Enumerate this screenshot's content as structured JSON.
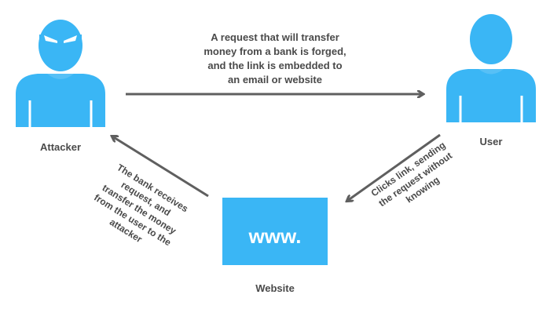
{
  "colors": {
    "accent": "#3ab6f5",
    "arrow": "#5f5f5f",
    "text": "#4a4a4a",
    "background": "#ffffff"
  },
  "nodes": {
    "attacker": {
      "label": "Attacker",
      "icon": "hacker-icon"
    },
    "user": {
      "label": "User",
      "icon": "user-icon"
    },
    "website": {
      "label": "Website",
      "box_text": "www."
    }
  },
  "edges": {
    "attacker_to_user": {
      "lines": [
        "A request that will transfer",
        "money from a bank is forged,",
        "and the link is embedded to",
        "an email or website"
      ]
    },
    "user_to_website": {
      "lines": [
        "Clicks link, sending",
        "the request without",
        "knowing"
      ]
    },
    "website_to_attacker": {
      "lines": [
        "The bank receives",
        "request, and",
        "transfer the money",
        "from the user to the",
        "attacker"
      ]
    }
  }
}
